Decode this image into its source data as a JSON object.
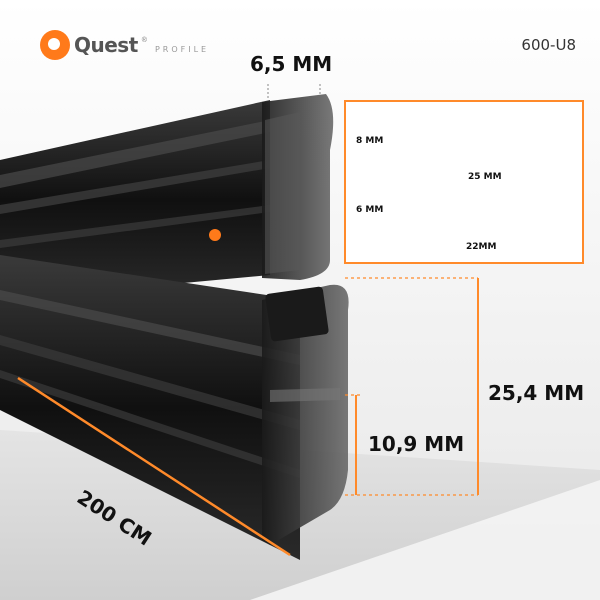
{
  "brand": {
    "name": "Quest",
    "registered": "®",
    "subtitle": "PROFILE"
  },
  "product_code": "600-U8",
  "dimensions": {
    "top_width": "6,5 MM",
    "height_total": "25,4 MM",
    "height_lower": "10,9 MM",
    "length": "200 CM"
  },
  "inset": {
    "row1": {
      "glass": "8 MM",
      "gap": "25 MM"
    },
    "row2": {
      "glass": "6 MM",
      "gap": "22MM"
    }
  },
  "colors": {
    "accent": "#ff8a2a",
    "glass": "#20d0e0",
    "profile": "#111111"
  }
}
